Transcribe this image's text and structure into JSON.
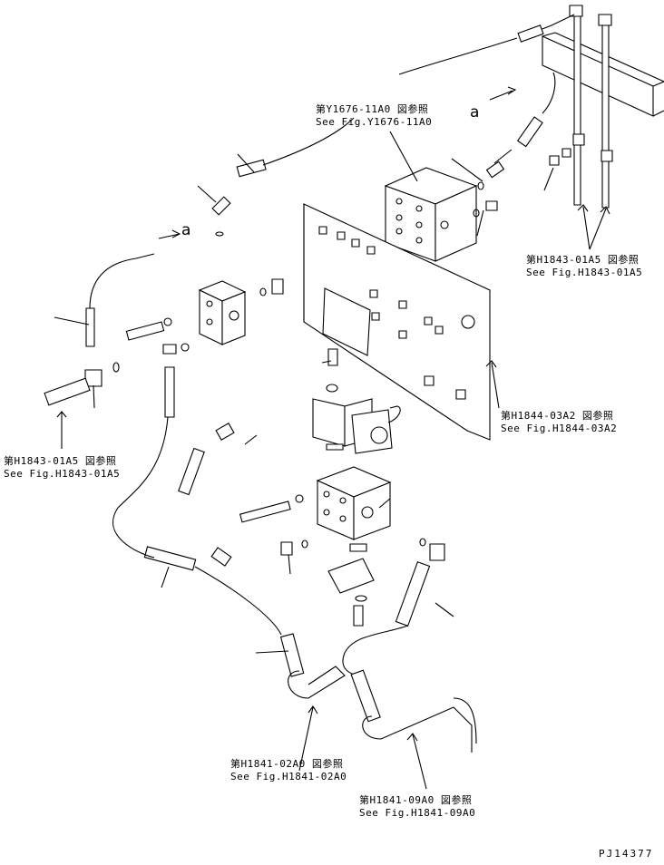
{
  "references": [
    {
      "jp": "第Y1676-11A0 図参照",
      "en": "See Fig.Y1676-11A0"
    },
    {
      "jp": "第H1843-01A5 図参照",
      "en": "See Fig.H1843-01A5"
    },
    {
      "jp": "第H1843-01A5 図参照",
      "en": "See Fig.H1843-01A5"
    },
    {
      "jp": "第H1844-03A2 図参照",
      "en": "See Fig.H1844-03A2"
    },
    {
      "jp": "第H1841-02A0 図参照",
      "en": "See Fig.H1841-02A0"
    },
    {
      "jp": "第H1841-09A0 図参照",
      "en": "See Fig.H1841-09A0"
    }
  ],
  "markers": [
    "a",
    "a"
  ],
  "drawing_code": "PJ14377"
}
